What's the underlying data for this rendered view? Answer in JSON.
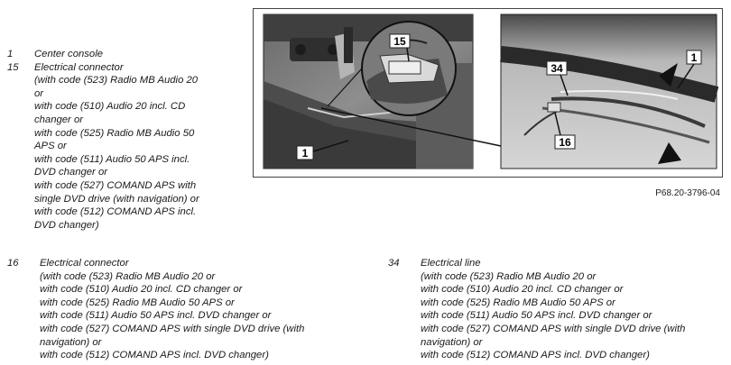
{
  "legend_top": [
    {
      "num": "1",
      "lines": [
        "Center console"
      ]
    },
    {
      "num": "15",
      "lines": [
        "Electrical connector",
        "(with code (523) Radio MB Audio 20",
        "or",
        "with code (510) Audio 20 incl. CD",
        "changer or",
        "with code (525) Radio MB Audio 50",
        "APS or",
        "with code (511) Audio 50 APS incl.",
        "DVD changer or",
        "with code (527) COMAND APS with",
        "single DVD drive (with navigation) or",
        "with code (512) COMAND APS incl.",
        "DVD changer)"
      ]
    }
  ],
  "legend_16": {
    "num": "16",
    "lines": [
      "Electrical connector",
      "(with code (523) Radio MB Audio 20 or",
      "with code (510) Audio 20 incl. CD changer or",
      "with code (525) Radio MB Audio 50 APS or",
      "with code (511) Audio 50 APS incl. DVD changer or",
      "with code (527) COMAND APS with single DVD drive (with",
      "navigation) or",
      "with code (512) COMAND APS incl. DVD changer)"
    ]
  },
  "legend_34": {
    "num": "34",
    "lines": [
      "Electrical line",
      "(with code (523) Radio MB Audio 20 or",
      "with code (510) Audio 20 incl. CD changer or",
      "with code (525) Radio MB Audio 50 APS or",
      "with code (511) Audio 50 APS incl. DVD changer or",
      "with code (527) COMAND APS with single DVD drive (with",
      "navigation) or",
      "with code (512) COMAND APS incl. DVD changer)"
    ]
  },
  "figure": {
    "callouts": {
      "left_1": "1",
      "left_15": "15",
      "right_34": "34",
      "right_1": "1",
      "right_16": "16"
    },
    "reference": "P68.20-3796-04"
  }
}
